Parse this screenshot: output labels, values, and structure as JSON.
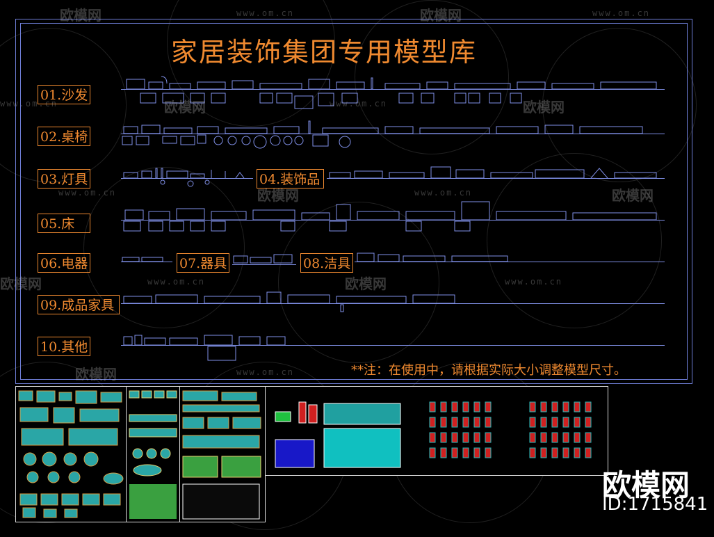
{
  "title": "家居装饰集团专用模型库",
  "categories": [
    {
      "id": "sofa",
      "label": "01.沙发"
    },
    {
      "id": "table-chair",
      "label": "02.桌椅"
    },
    {
      "id": "lamp",
      "label": "03.灯具"
    },
    {
      "id": "decor",
      "label": "04.装饰品"
    },
    {
      "id": "bed",
      "label": "05.床"
    },
    {
      "id": "appliance",
      "label": "06.电器"
    },
    {
      "id": "utensil",
      "label": "07.器具"
    },
    {
      "id": "sanitary",
      "label": "08.洁具"
    },
    {
      "id": "furniture",
      "label": "09.成品家具"
    },
    {
      "id": "other",
      "label": "10.其他"
    }
  ],
  "note": "**注：在使用中，请根据实际大小调整模型尺寸。",
  "watermark": {
    "brand": "欧模网",
    "url": "www.om.cn"
  },
  "footer": {
    "brand": "欧模网",
    "id": "ID:1715841"
  },
  "colors": {
    "accent": "#f08a30",
    "lines": "#8090e8",
    "background": "#000000"
  }
}
